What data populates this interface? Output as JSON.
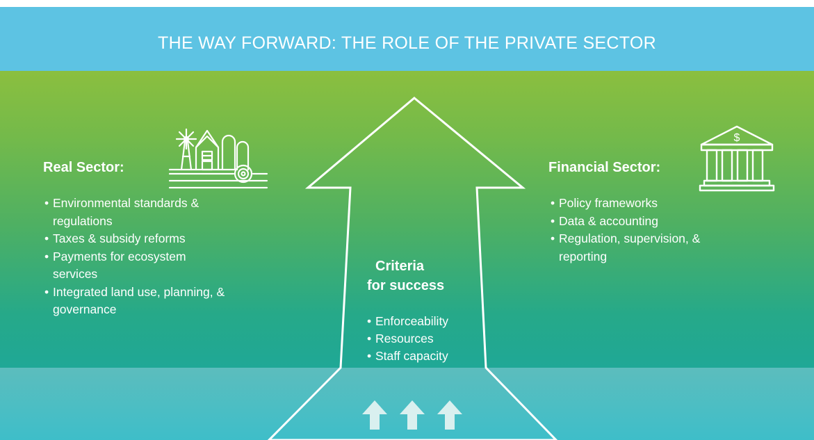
{
  "title": "THE WAY FORWARD: THE ROLE OF THE PRIVATE SECTOR",
  "real_sector": {
    "heading": "Real Sector:",
    "icon": "farm-icon",
    "items": [
      "Environmental standards & regulations",
      "Taxes & subsidy reforms",
      "Payments for ecosystem services",
      "Integrated land use, planning, & governance"
    ]
  },
  "financial_sector": {
    "heading": "Financial Sector:",
    "icon": "bank-icon",
    "items": [
      "Policy frameworks",
      "Data & accounting",
      "Regulation, supervision, & reporting"
    ]
  },
  "criteria": {
    "heading_line1": "Criteria",
    "heading_line2": "for success",
    "items": [
      "Enforceability",
      "Resources",
      "Staff capacity"
    ]
  },
  "icons": {
    "big_arrow": "up-arrow-outline-icon",
    "small_arrows": [
      "up-arrow-icon",
      "up-arrow-icon",
      "up-arrow-icon"
    ]
  },
  "colors": {
    "title_band": "#5dc3e3",
    "main_top": "#8bbf3f",
    "main_bottom": "#1fa896",
    "bottom_band": "#4cbec4",
    "text": "#ffffff",
    "small_arrow": "#d9f0ef"
  }
}
